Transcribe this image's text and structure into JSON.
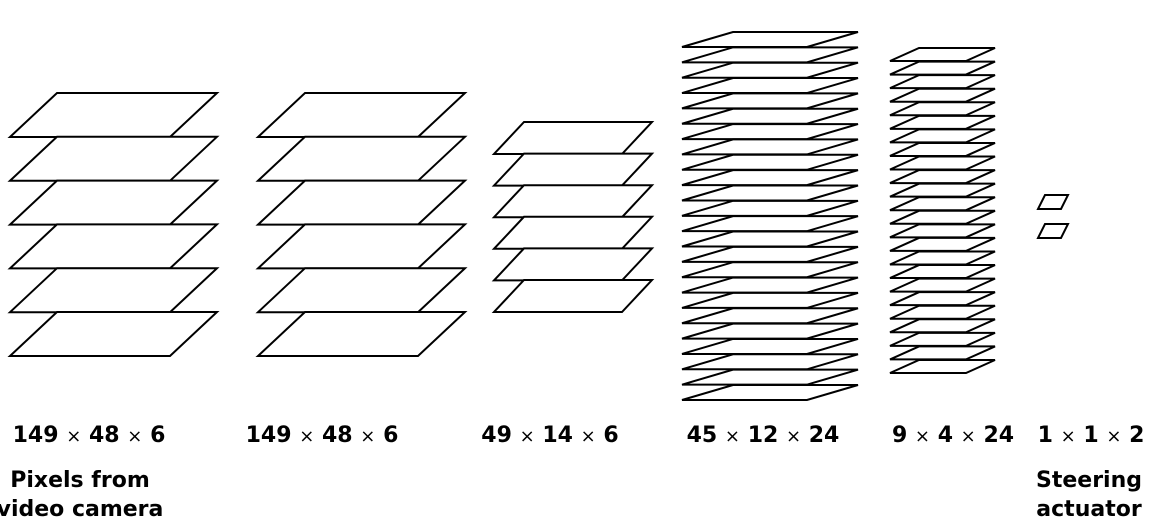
{
  "layers": [
    {
      "id": "input",
      "dims": [
        "149",
        "48",
        "6"
      ],
      "caption": [
        "Pixels from",
        "video camera"
      ],
      "plane_count": 6
    },
    {
      "id": "conv1",
      "dims": [
        "149",
        "48",
        "6"
      ],
      "caption": [],
      "plane_count": 6
    },
    {
      "id": "pool1",
      "dims": [
        "49",
        "14",
        "6"
      ],
      "caption": [],
      "plane_count": 6
    },
    {
      "id": "conv2",
      "dims": [
        "45",
        "12",
        "24"
      ],
      "caption": [],
      "plane_count": 24
    },
    {
      "id": "pool2",
      "dims": [
        "9",
        "4",
        "24"
      ],
      "caption": [],
      "plane_count": 24
    },
    {
      "id": "output",
      "dims": [
        "1",
        "1",
        "2"
      ],
      "caption": [
        "Steering",
        "actuator"
      ],
      "plane_count": 2
    }
  ],
  "times_symbol": "×"
}
